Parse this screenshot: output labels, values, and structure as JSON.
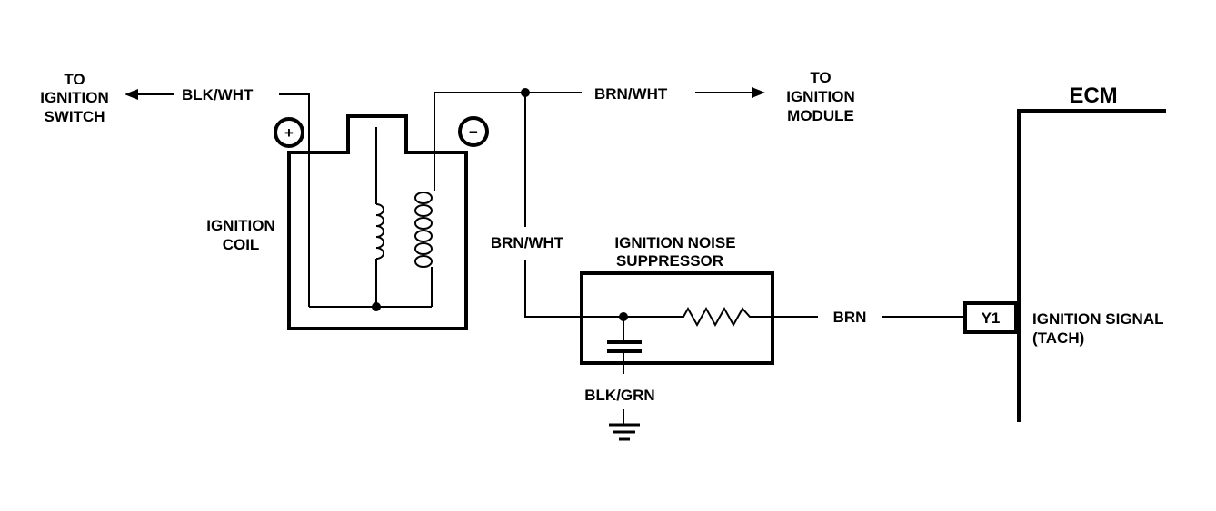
{
  "labels": {
    "to_ignition_switch": [
      "TO",
      "IGNITION",
      "SWITCH"
    ],
    "blk_wht": "BLK/WHT",
    "plus": "+",
    "minus": "−",
    "brn_wht_top": "BRN/WHT",
    "to_ignition_module": [
      "TO",
      "IGNITION",
      "MODULE"
    ],
    "ecm": "ECM",
    "ignition_coil": [
      "IGNITION",
      "COIL"
    ],
    "brn_wht_side": "BRN/WHT",
    "noise_suppressor": [
      "IGNITION NOISE",
      "SUPPRESSOR"
    ],
    "brn": "BRN",
    "y1": "Y1",
    "ignition_signal": [
      "IGNITION SIGNAL",
      "(TACH)"
    ],
    "blk_grn": "BLK/GRN"
  }
}
